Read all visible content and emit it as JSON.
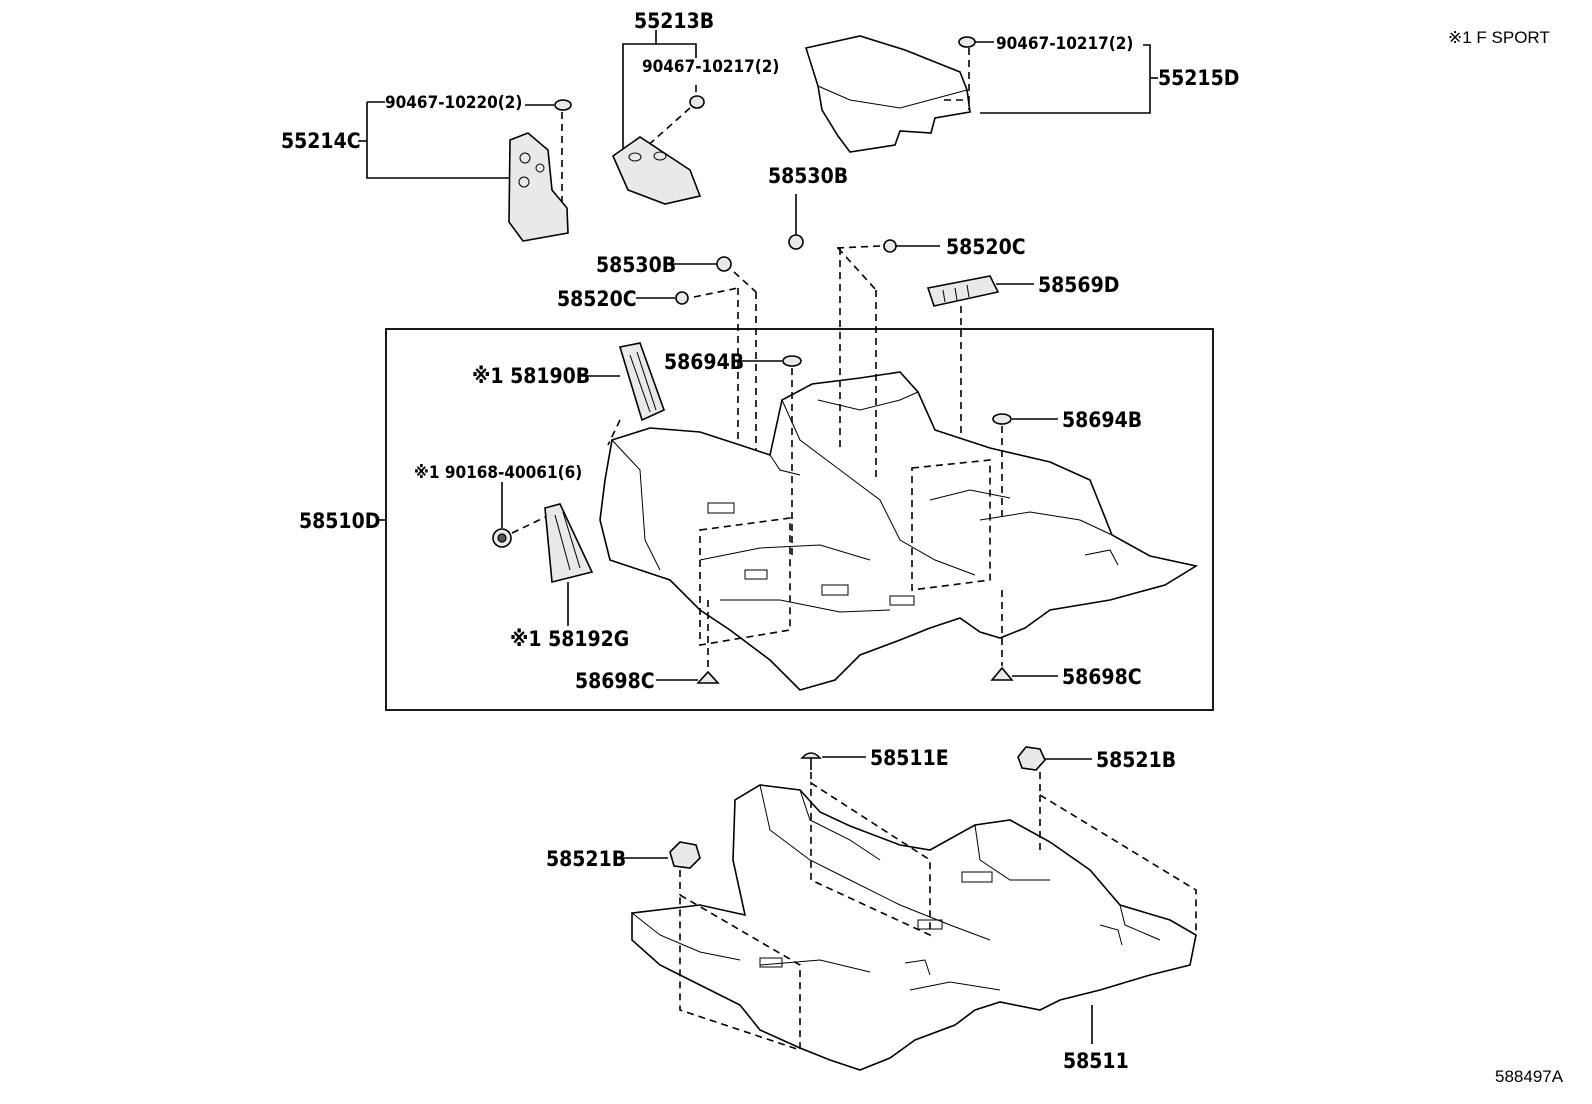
{
  "diagram": {
    "note": "※1 F SPORT",
    "ref_code": "588497A",
    "labels": {
      "p55213B": "55213B",
      "p90467_10217_a": "90467-10217(2)",
      "p90467_10217_b": "90467-10217(2)",
      "p55215D": "55215D",
      "p90467_10220": "90467-10220(2)",
      "p55214C": "55214C",
      "p58530B_top": "58530B",
      "p58520C_right": "58520C",
      "p58569D": "58569D",
      "p58530B_left": "58530B",
      "p58520C_left": "58520C",
      "p58694B_left": "58694B",
      "p58694B_right": "58694B",
      "p58190B": "※1 58190B",
      "p90168": "※1 90168-40061(6)",
      "p58510D": "58510D",
      "p58192G": "※1 58192G",
      "p58698C_left": "58698C",
      "p58698C_right": "58698C",
      "p58511E": "58511E",
      "p58521B_top": "58521B",
      "p58521B_left": "58521B",
      "p58511": "58511"
    }
  }
}
